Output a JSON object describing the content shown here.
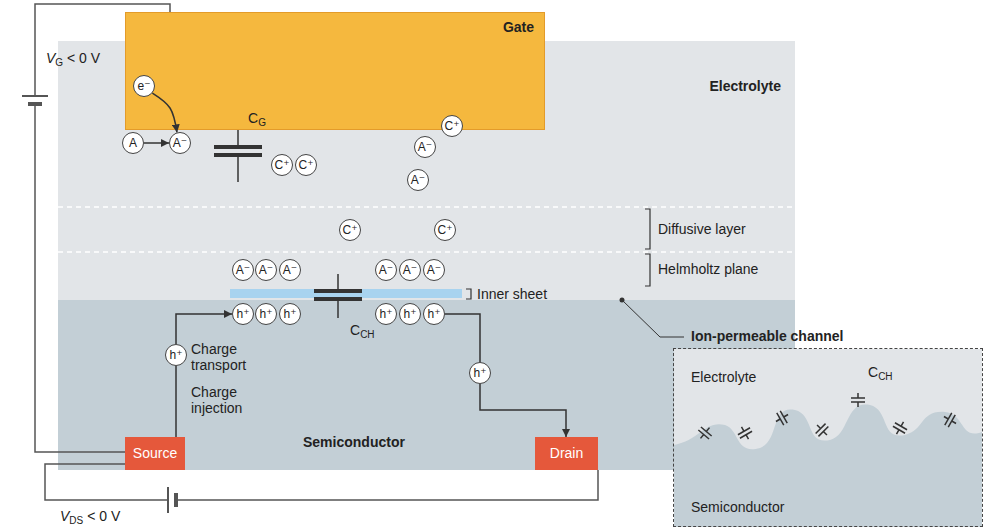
{
  "diagram": {
    "nodes": [
      {
        "text": [
          "Gate"
        ]
      },
      {
        "text": [
          "e⁻"
        ],
        "in": 0
      },
      {
        "text": [
          "Electrolyte"
        ]
      },
      {
        "text": [
          "A"
        ],
        "in": 2
      },
      {
        "text": [
          "A⁻"
        ],
        "in": 2
      },
      {
        "text": [
          "C⁺"
        ],
        "in": 2
      },
      {
        "text": [
          "C⁺"
        ],
        "in": 2
      },
      {
        "text": [
          "C⁺"
        ],
        "in": 2
      },
      {
        "text": [
          "A⁻"
        ],
        "in": 2
      },
      {
        "text": [
          "A⁻"
        ],
        "in": 2
      },
      {
        "text": [
          "C⁺"
        ],
        "in": 2
      },
      {
        "text": [
          "C⁺"
        ],
        "in": 2
      },
      {
        "text": [
          "A⁻"
        ],
        "in": 2
      },
      {
        "text": [
          "A⁻"
        ],
        "in": 2
      },
      {
        "text": [
          "A⁻"
        ],
        "in": 2
      },
      {
        "text": [
          "A⁻"
        ],
        "in": 2
      },
      {
        "text": [
          "A⁻"
        ],
        "in": 2
      },
      {
        "text": [
          "A⁻"
        ],
        "in": 2
      },
      {
        "text": [
          "Semiconductor"
        ]
      },
      {
        "text": [
          "h⁺"
        ],
        "in": 18
      },
      {
        "text": [
          "h⁺"
        ],
        "in": 18
      },
      {
        "text": [
          "h⁺"
        ],
        "in": 18
      },
      {
        "text": [
          "h⁺"
        ],
        "in": 18
      },
      {
        "text": [
          "h⁺"
        ],
        "in": 18
      },
      {
        "text": [
          "h⁺"
        ],
        "in": 18
      },
      {
        "text": [
          "h⁺"
        ],
        "in": 18
      },
      {
        "text": [
          "h⁺"
        ],
        "in": 18
      },
      {
        "text": [
          "Source"
        ],
        "in": 18
      },
      {
        "text": [
          "Drain"
        ],
        "in": 18
      },
      {
        "text": [
          "Ion-permeable channel",
          "Electrolyte",
          "Semiconductor"
        ]
      }
    ],
    "edges": [
      {
        "from": 3,
        "to": 4,
        "arrow": "to"
      },
      {
        "from": 1,
        "to": 4,
        "arrow": "to"
      },
      {
        "from": 27,
        "to": 25,
        "arrow": "none"
      },
      {
        "from": 25,
        "to": 19,
        "arrow": "to"
      },
      {
        "from": 24,
        "to": 26,
        "arrow": "none"
      },
      {
        "from": 26,
        "to": 28,
        "arrow": "to"
      }
    ],
    "labels": [
      "VG < 0 V",
      "VDS < 0 V",
      "CG",
      "CCH",
      "Diffusive layer",
      "Helmholtz plane",
      "Inner sheet",
      "Charge transport",
      "Charge injection",
      "CCH"
    ]
  }
}
